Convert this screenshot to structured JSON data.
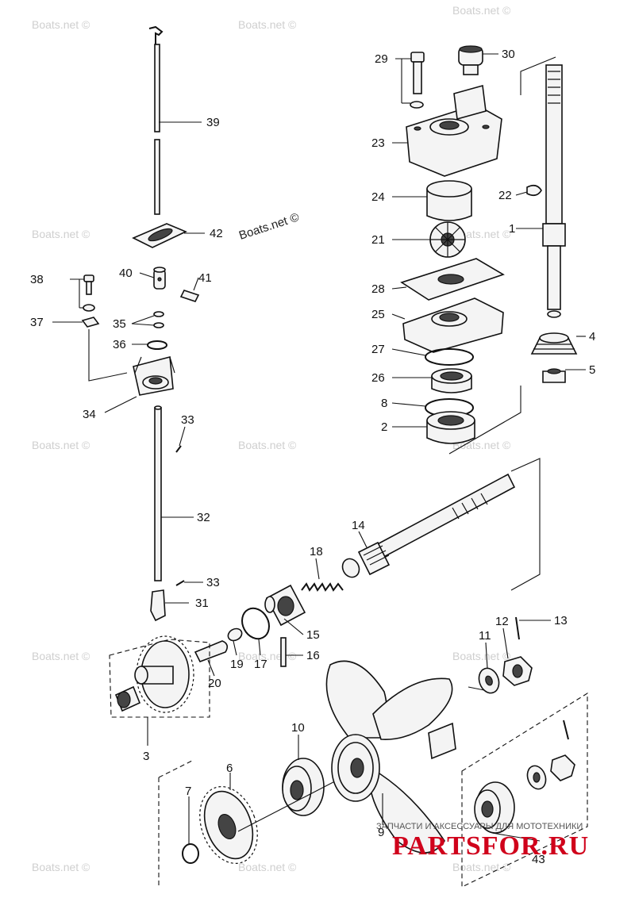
{
  "watermarks": [
    "Boats.net ©",
    "Boats.net ©",
    "Boats.net ©",
    "Boats.net ©",
    "Boats.net ©",
    "Boats.net ©",
    "Boats.net ©",
    "Boats.net ©",
    "Boats.net ©",
    "Boats.net ©",
    "Boats.net ©",
    "Boats.net ©",
    "Boats.net ©",
    "Boats.net ©"
  ],
  "center_watermark": "Boats.net ©",
  "brand": {
    "subtitle": "ЗАПЧАСТИ И АКСЕССУАРЫ ДЛЯ МОТОТЕХНИКИ",
    "name": "PARTSFOR.RU"
  },
  "callouts": [
    "1",
    "2",
    "3",
    "4",
    "5",
    "6",
    "7",
    "8",
    "9",
    "10",
    "11",
    "12",
    "13",
    "14",
    "15",
    "16",
    "17",
    "18",
    "19",
    "20",
    "21",
    "22",
    "23",
    "24",
    "25",
    "26",
    "27",
    "28",
    "29",
    "30",
    "31",
    "32",
    "33",
    "33",
    "34",
    "35",
    "36",
    "37",
    "38",
    "39",
    "40",
    "41",
    "42",
    "43"
  ]
}
